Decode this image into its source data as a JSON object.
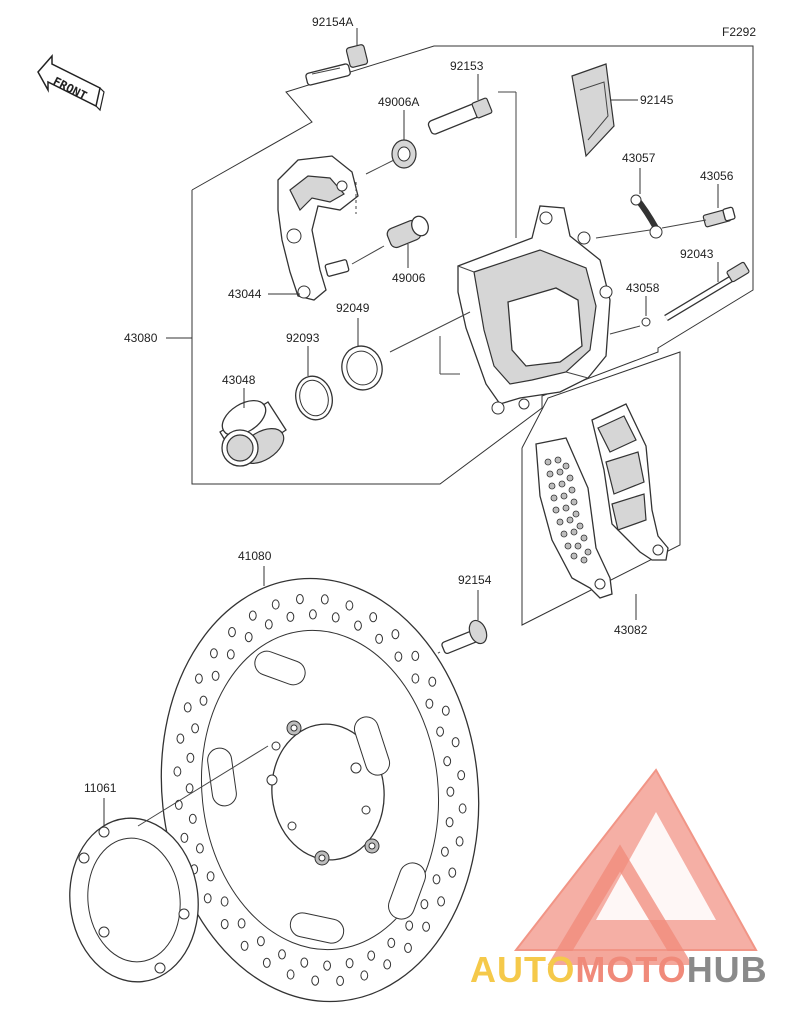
{
  "figure_code": "F2292",
  "front_label": "FRONT",
  "parts": {
    "p92154A": "92154A",
    "p92153": "92153",
    "p49006A": "49006A",
    "p92145": "92145",
    "p43057": "43057",
    "p43056": "43056",
    "p92043": "92043",
    "p49006": "49006",
    "p43058": "43058",
    "p43044": "43044",
    "p92049": "92049",
    "p43080": "43080",
    "p92093": "92093",
    "p43048": "43048",
    "p41080": "41080",
    "p92154": "92154",
    "p43082": "43082",
    "p11061": "11061"
  },
  "watermark": {
    "part1": "AUTO",
    "part2": "MOTO",
    "part3": "HUB",
    "colors": {
      "auto": "#f5c94a",
      "moto": "#f08a7a",
      "hub": "#8a8a8a",
      "logo": "#f08a7a"
    }
  }
}
